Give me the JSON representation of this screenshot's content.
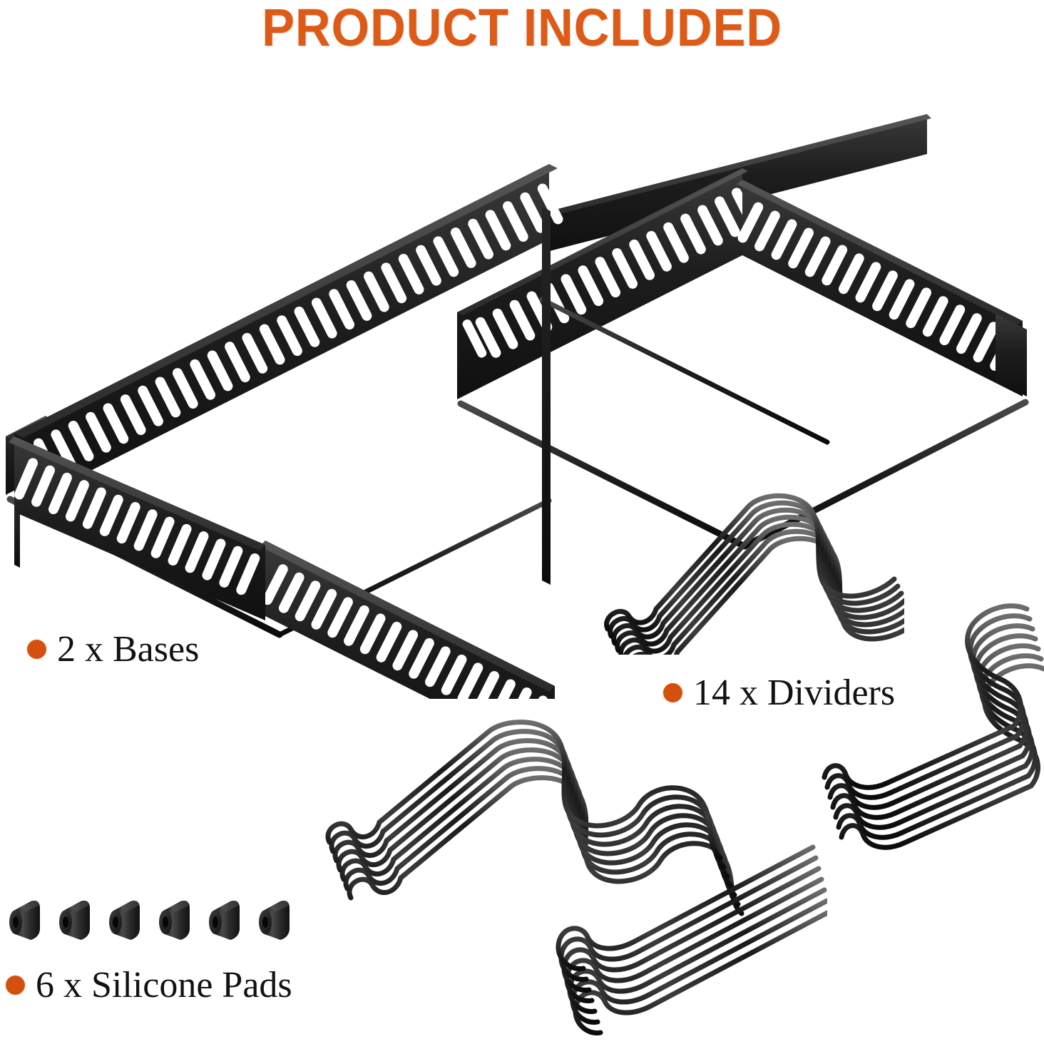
{
  "header": {
    "title": "PRODUCT INCLUDED",
    "title_color": "#DE5A17"
  },
  "accent": {
    "orange": "#DE5A17",
    "bullet": "#D4500F",
    "product_black": "#1B1B1B",
    "background": "#FFFFFF"
  },
  "items": [
    {
      "id": "bases",
      "quantity": 2,
      "name": "Bases",
      "label": "2 x Bases",
      "bullet_color": "#D4500F",
      "description": "Two interlocking expandable black metal drawer organizer base frames with slotted side rails"
    },
    {
      "id": "dividers",
      "quantity": 14,
      "name": "Dividers",
      "label": "14 x Dividers",
      "bullet_color": "#D4500F",
      "description": "Stacked S-curved black wire dividers shown in four bundles"
    },
    {
      "id": "silicone-pads",
      "quantity": 6,
      "name": "Silicone Pads",
      "label": "6 x Silicone Pads",
      "bullet_color": "#D4500F",
      "description": "Six small black cylindrical silicone end caps with center holes"
    }
  ],
  "product_illustration": {
    "base": {
      "frames": 2,
      "rail_slots_per_long_rail": 30,
      "rail_slots_per_end_rail": 9,
      "finish": "matte black steel"
    },
    "divider_bundles": [
      {
        "id": "divider-bundle-upper-right",
        "strands": 7
      },
      {
        "id": "divider-bundle-right",
        "strands": 7
      },
      {
        "id": "divider-bundle-center",
        "strands": 7
      },
      {
        "id": "divider-bundle-lower",
        "strands": 7
      }
    ],
    "silicone_pads": {
      "count": 6,
      "shape": "cylinder-with-center-hole"
    }
  }
}
